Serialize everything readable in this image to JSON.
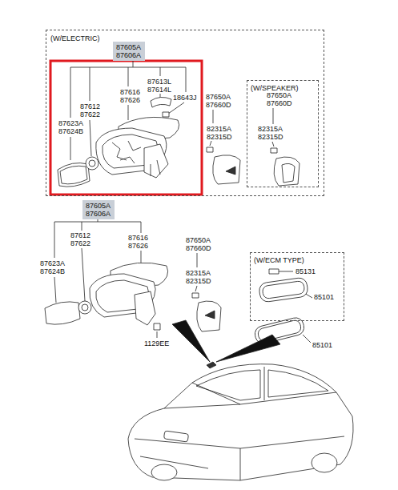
{
  "diagram": {
    "nodes": [
      {
        "text": [
          "(W/ELECTRIC)"
        ]
      },
      {
        "text": [
          "87605A 87606A"
        ],
        "in": 0
      },
      {
        "text": [
          "(W/SPEAKER)"
        ],
        "in": 0
      },
      {
        "text": [
          "87605A 87606A"
        ]
      },
      {
        "text": [
          "(W/ECM TYPE)"
        ]
      }
    ],
    "labels": [
      "87613L 87614L",
      "18643J",
      "87612 87622",
      "87616 87626",
      "87623A 87624B",
      "87650A 87660D",
      "82315A 82315D",
      "87650A 87660D",
      "82315A 82315D",
      "87612 87622",
      "87616 87626",
      "87623A 87624B",
      "87650A 87660D",
      "82315A 82315D",
      "1129EE",
      "85131",
      "85101",
      "85101"
    ]
  }
}
